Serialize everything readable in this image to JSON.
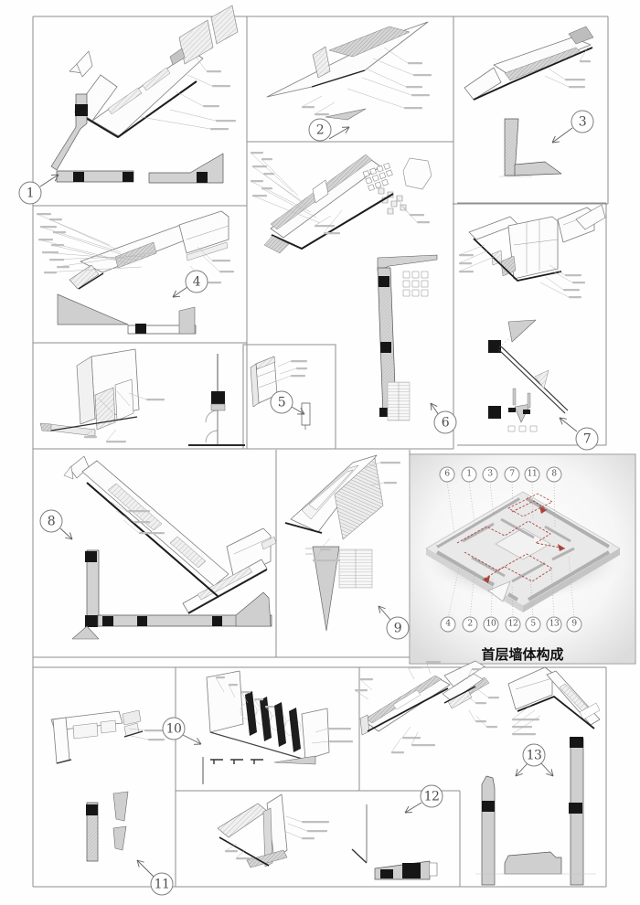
{
  "panel_labels": {
    "p1": "1",
    "p2": "2",
    "p3": "3",
    "p4": "4",
    "p5": "5",
    "p6": "6",
    "p7": "7",
    "p8": "8",
    "p9": "9",
    "p10": "10",
    "p11": "11",
    "p12": "12",
    "p13": "13"
  },
  "key_panel": {
    "caption": "首层墙体构成",
    "top_row": [
      "6",
      "1",
      "3",
      "7",
      "11",
      "8"
    ],
    "bottom_row": [
      "4",
      "2",
      "10",
      "12",
      "5",
      "13",
      "9"
    ]
  },
  "colors": {
    "accent_red": "#a8423a",
    "wall_gray": "#d2d2d2",
    "column_black": "#161616",
    "border_gray": "#8f8f8f",
    "line_gray": "#7c7c7c"
  }
}
